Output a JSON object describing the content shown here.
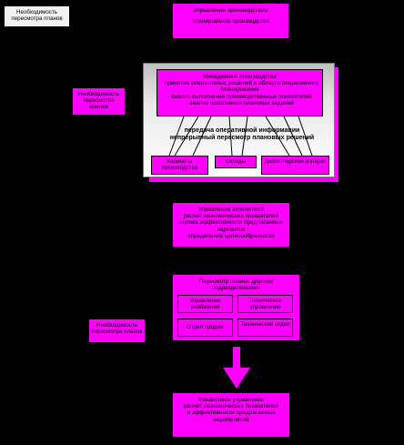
{
  "top_left_note": "Необходимость пересмотра планов",
  "top_box": {
    "line1": "Управление производством",
    "line2": "планирование производства"
  },
  "left_note_mid": "Необходимость пересмотра планов",
  "main_box": {
    "line1": "Менеджмент производства",
    "line2": "- принятие оперативных решений в области оперативного планирования",
    "line3": "- анализ выполнения производственных показателей",
    "line4": "- анализ исполнения плановых заданий"
  },
  "mid_text": {
    "line1": "передача оперативной информации",
    "line2": "непрерывный пересмотр плановых решений"
  },
  "bottom_small_boxes": [
    "Кабинеты производства",
    "Склады",
    "Диспетчерский аппарат"
  ],
  "control_box": {
    "line1": "Управление экономикой",
    "line2": "расчет экономических показателей",
    "line3": "оценка эффективности предлагаемых",
    "line4": "вариантов",
    "line5": "определение целесообразности"
  },
  "department_box": {
    "title": "Пересмотр планов другими подразделениями",
    "items": [
      "Управление снабжения",
      "Техническое управление",
      "Отдел продаж",
      "Технический отдел"
    ]
  },
  "left_note_bottom": "Необходимость пересмотра планов",
  "final_box": {
    "line1": "Финансовое управление",
    "line2": "расчет экономических показателей",
    "line3": "и эффективности предлагаемых",
    "line4": "мероприятий"
  }
}
